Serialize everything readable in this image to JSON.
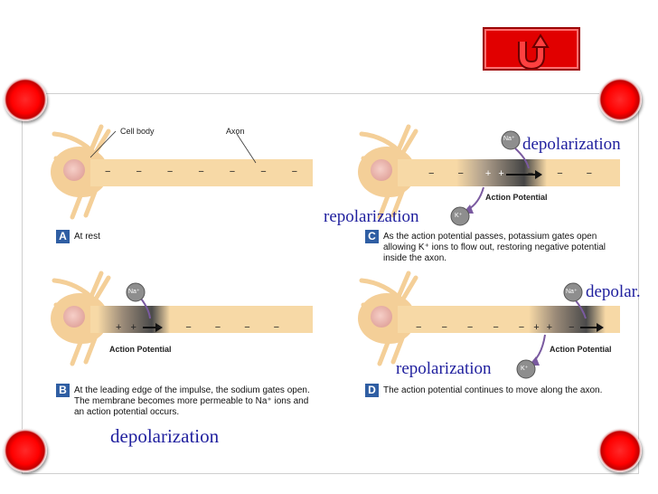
{
  "nav": {
    "icon": "u-turn-arrow-icon"
  },
  "panels": {
    "a": {
      "letter": "A",
      "caption": "At rest",
      "cell_body_label": "Cell body",
      "axon_label": "Axon"
    },
    "b": {
      "letter": "B",
      "caption": "At the leading edge of the impulse, the sodium gates open.  The membrane becomes more permeable to Na⁺ ions and an action potential occurs.",
      "ion": "Na⁺",
      "ap_label": "Action Potential"
    },
    "c": {
      "letter": "C",
      "caption": "As the action potential passes, potassium gates open allowing K⁺ ions to flow out, restoring negative potential inside the axon.",
      "ion_in": "Na⁺",
      "ion_out": "K⁺",
      "ap_label": "Action Potential"
    },
    "d": {
      "letter": "D",
      "caption": "The action potential continues to move along the axon.",
      "ion_in": "Na⁺",
      "ion_out": "K⁺",
      "ap_label": "Action Potential"
    }
  },
  "annotations": {
    "c_top": "depolarization",
    "c_left": "repolarization",
    "d_top": "depolar.",
    "d_bottom": "repolarization",
    "b_bottom": "depolarization"
  },
  "colors": {
    "annotation": "#1f1f9e",
    "axon": "#f7d9a6",
    "neuron": "#f4cf98",
    "nucleus": "#eeb6ad",
    "letter_box": "#2f5ea3",
    "nav": "#e10000",
    "corner": "#ff0000"
  }
}
